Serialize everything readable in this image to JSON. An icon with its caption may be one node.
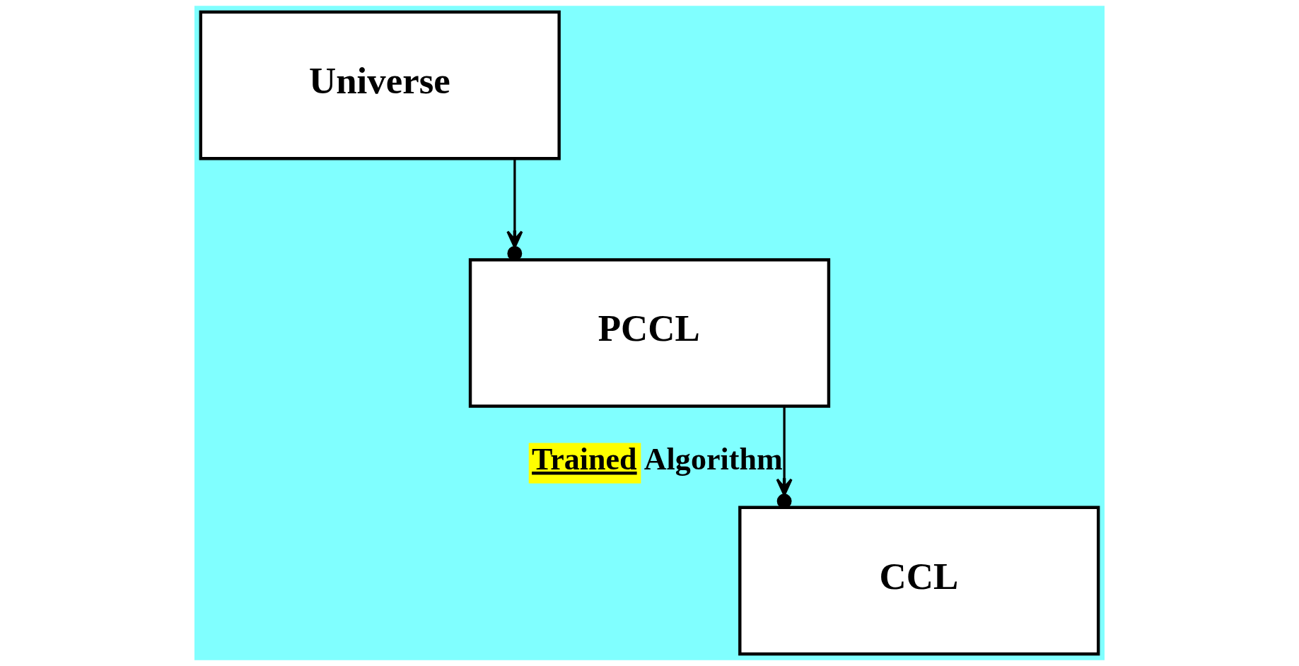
{
  "diagram": {
    "nodes": [
      {
        "text": [
          "Universe"
        ]
      },
      {
        "text": [
          "PCCL"
        ]
      },
      {
        "text": [
          "CCL"
        ]
      }
    ],
    "edges": [
      {
        "from": 0,
        "to": 1,
        "arrow": "to"
      },
      {
        "from": 1,
        "to": 2,
        "arrow": "to",
        "label": "Trained Algorithm"
      }
    ]
  }
}
